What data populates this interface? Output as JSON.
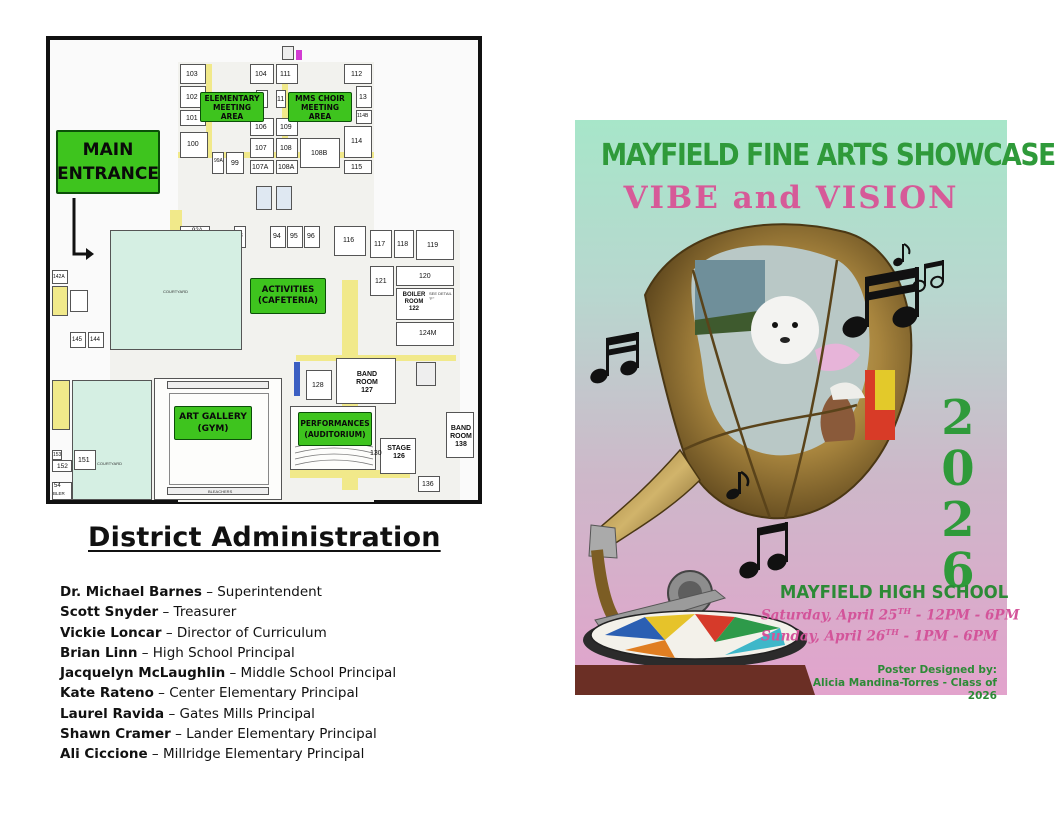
{
  "map": {
    "main_entrance": [
      "MAIN",
      "ENTRANCE"
    ],
    "labels": {
      "elementary_meeting": [
        "ELEMENTARY",
        "MEETING AREA"
      ],
      "mms_choir": [
        "MMS CHOIR",
        "MEETING AREA"
      ],
      "activities": [
        "ACTIVITIES",
        "(CAFETERIA)"
      ],
      "art_gallery": [
        "ART GALLERY",
        "(GYM)"
      ],
      "performances": [
        "PERFORMANCES",
        "(AUDITORIUM)"
      ]
    },
    "rooms": {
      "r103": "103",
      "r104": "104",
      "r111": "111",
      "r112": "112",
      "r102": "102",
      "r105": "5",
      "r11x": "11",
      "r113": "13",
      "r101": "101",
      "r106": "106",
      "r109": "109",
      "r114b": "114B",
      "r100": "100",
      "r107": "107",
      "r108": "108",
      "r108b": "108B",
      "r114": "114",
      "r99a": "99A",
      "r99": "99",
      "r107a": "107A",
      "r108a": "108A",
      "r115": "115",
      "r92a": "92A",
      "r92": "92",
      "r93": "93",
      "r94": "94",
      "r95": "95",
      "r96": "96",
      "r116": "116",
      "r117": "117",
      "r118": "118",
      "r119": "119",
      "r121": "121",
      "r120": "120",
      "boiler": [
        "BOILER",
        "ROOM",
        "122"
      ],
      "r124m": "124M",
      "r142a": "142A",
      "r145": "145",
      "r144": "144",
      "r128": "128",
      "band127": [
        "BAND",
        "ROOM",
        "127"
      ],
      "band138": [
        "BAND",
        "ROOM",
        "138"
      ],
      "stage": [
        "STAGE",
        "126"
      ],
      "r130": "130",
      "r136": "136",
      "r153": "153",
      "r152": "152",
      "r151": "151",
      "r54": "54",
      "bler": "BLER",
      "courtyard": "COURTYARD",
      "bleachers": "BLEACHERS",
      "see_detail": "SEE DETAIL \"F\""
    }
  },
  "admin": {
    "title": "District Administration",
    "members": [
      {
        "name": "Dr. Michael Barnes",
        "role": " – Superintendent"
      },
      {
        "name": "Scott Snyder",
        "role": " – Treasurer"
      },
      {
        "name": "Vickie Loncar",
        "role": " – Director of Curriculum"
      },
      {
        "name": "Brian Linn",
        "role": " – High School Principal"
      },
      {
        "name": "Jacquelyn McLaughlin",
        "role": " – Middle School Principal"
      },
      {
        "name": "Kate Rateno",
        "role": " – Center Elementary Principal"
      },
      {
        "name": "Laurel Ravida",
        "role": " – Gates Mills Principal"
      },
      {
        "name": "Shawn Cramer",
        "role": " – Lander Elementary Principal"
      },
      {
        "name": "Ali Ciccione",
        "role": " – Millridge Elementary Principal"
      }
    ]
  },
  "poster": {
    "title": "MAYFIELD FINE ARTS SHOWCASE",
    "subtitle": "VIBE and VISION",
    "year_digits": [
      "2",
      "0",
      "2",
      "6"
    ],
    "school": "MAYFIELD HIGH SCHOOL",
    "date1": "Saturday, April 25",
    "date1_sup": "TH",
    "date1_time": " - 12PM - 6PM",
    "date2": "Sunday, April 26",
    "date2_sup": "TH",
    "date2_time": " - 1PM - 6PM",
    "credit_line1": "Poster Designed by:",
    "credit_line2": "Alicia Mandina-Torres - Class of 2026",
    "colors": {
      "green": "#2f9a3a",
      "pink": "#d65a98",
      "brass": "#a8853e"
    }
  }
}
